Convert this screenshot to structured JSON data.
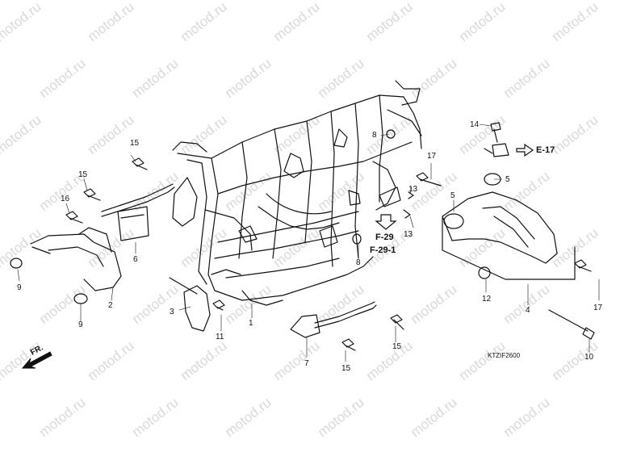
{
  "watermark": "motod.ru",
  "callouts": [
    {
      "id": "1",
      "label": "1"
    },
    {
      "id": "2",
      "label": "2"
    },
    {
      "id": "3",
      "label": "3"
    },
    {
      "id": "4",
      "label": "4"
    },
    {
      "id": "5a",
      "label": "5"
    },
    {
      "id": "5b",
      "label": "5"
    },
    {
      "id": "6",
      "label": "6"
    },
    {
      "id": "7",
      "label": "7"
    },
    {
      "id": "8a",
      "label": "8"
    },
    {
      "id": "8b",
      "label": "8"
    },
    {
      "id": "9a",
      "label": "9"
    },
    {
      "id": "9b",
      "label": "9"
    },
    {
      "id": "10",
      "label": "10"
    },
    {
      "id": "11",
      "label": "11"
    },
    {
      "id": "12",
      "label": "12"
    },
    {
      "id": "13a",
      "label": "13"
    },
    {
      "id": "13b",
      "label": "13"
    },
    {
      "id": "14",
      "label": "14"
    },
    {
      "id": "15a",
      "label": "15"
    },
    {
      "id": "15b",
      "label": "15"
    },
    {
      "id": "15c",
      "label": "15"
    },
    {
      "id": "15d",
      "label": "15"
    },
    {
      "id": "16",
      "label": "16"
    },
    {
      "id": "17a",
      "label": "17"
    },
    {
      "id": "17b",
      "label": "17"
    }
  ],
  "references": {
    "e17": "E-17",
    "f29": "F-29",
    "f291": "F-29-1"
  },
  "front_marker": "FR.",
  "diagram_code": "KTZIF2600"
}
